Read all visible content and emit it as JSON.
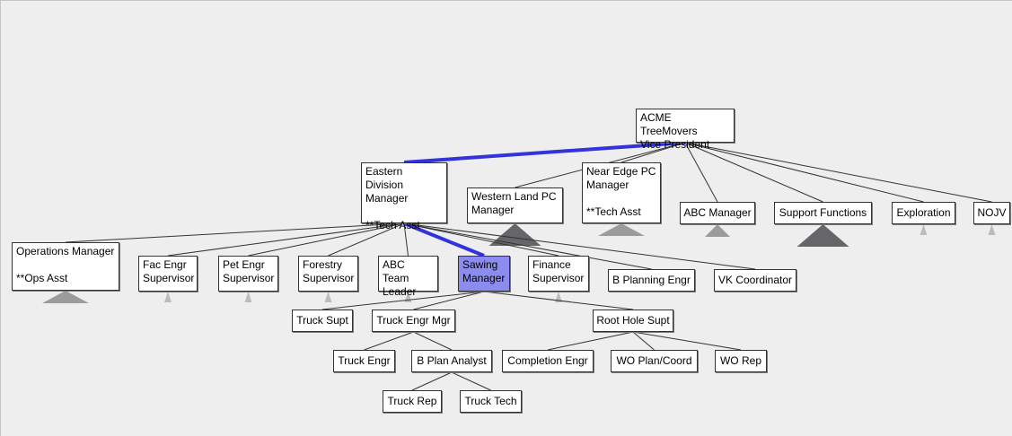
{
  "chart": {
    "colors": {
      "background": "#eeeeee",
      "node_fill": "#ffffff",
      "selected_fill": "#8b8bf0",
      "path_highlight": "#3333dd",
      "connector": "#333333",
      "collapsed_large": "#66656a",
      "collapsed_medium": "#9b9b9b",
      "collapsed_small": "#bcbcbc"
    },
    "nodes": [
      {
        "id": "vp",
        "lines": [
          "ACME TreeMovers",
          "Vice President"
        ]
      },
      {
        "id": "eastern",
        "lines": [
          "Eastern Division",
          "Manager",
          "",
          "**Tech Asst"
        ]
      },
      {
        "id": "western",
        "lines": [
          "Western Land PC",
          "Manager"
        ]
      },
      {
        "id": "nearedge",
        "lines": [
          "Near Edge PC",
          "Manager",
          "",
          "**Tech Asst"
        ]
      },
      {
        "id": "abcmgr",
        "lines": [
          "ABC Manager"
        ]
      },
      {
        "id": "support",
        "lines": [
          "Support Functions"
        ]
      },
      {
        "id": "exploration",
        "lines": [
          "Exploration"
        ]
      },
      {
        "id": "nojv",
        "lines": [
          "NOJV"
        ]
      },
      {
        "id": "ops",
        "lines": [
          "Operations Manager",
          "",
          "**Ops Asst"
        ]
      },
      {
        "id": "faceng",
        "lines": [
          "Fac Engr",
          "Supervisor"
        ]
      },
      {
        "id": "peteng",
        "lines": [
          "Pet Engr",
          "Supervisor"
        ]
      },
      {
        "id": "forestry",
        "lines": [
          "Forestry",
          "Supervisor"
        ]
      },
      {
        "id": "abcteam",
        "lines": [
          "ABC Team",
          "Leader"
        ]
      },
      {
        "id": "sawing",
        "lines": [
          "Sawing",
          "Manager"
        ]
      },
      {
        "id": "finance",
        "lines": [
          "Finance",
          "Supervisor"
        ]
      },
      {
        "id": "bplanning",
        "lines": [
          "B Planning Engr"
        ]
      },
      {
        "id": "vk",
        "lines": [
          "VK Coordinator"
        ]
      },
      {
        "id": "trucksupt",
        "lines": [
          "Truck Supt"
        ]
      },
      {
        "id": "truckengmgr",
        "lines": [
          "Truck Engr Mgr"
        ]
      },
      {
        "id": "roothole",
        "lines": [
          "Root Hole Supt"
        ]
      },
      {
        "id": "truckengr",
        "lines": [
          "Truck Engr"
        ]
      },
      {
        "id": "bplan",
        "lines": [
          "B Plan Analyst"
        ]
      },
      {
        "id": "completion",
        "lines": [
          "Completion Engr"
        ]
      },
      {
        "id": "woplan",
        "lines": [
          "WO Plan/Coord"
        ]
      },
      {
        "id": "worep",
        "lines": [
          "WO Rep"
        ]
      },
      {
        "id": "truckrep",
        "lines": [
          "Truck Rep"
        ]
      },
      {
        "id": "trucktech",
        "lines": [
          "Truck Tech"
        ]
      }
    ],
    "edges": [
      [
        "vp",
        "eastern"
      ],
      [
        "vp",
        "western"
      ],
      [
        "vp",
        "nearedge"
      ],
      [
        "vp",
        "abcmgr"
      ],
      [
        "vp",
        "support"
      ],
      [
        "vp",
        "exploration"
      ],
      [
        "vp",
        "nojv"
      ],
      [
        "eastern",
        "ops"
      ],
      [
        "eastern",
        "faceng"
      ],
      [
        "eastern",
        "peteng"
      ],
      [
        "eastern",
        "forestry"
      ],
      [
        "eastern",
        "abcteam"
      ],
      [
        "eastern",
        "sawing"
      ],
      [
        "eastern",
        "finance"
      ],
      [
        "eastern",
        "bplanning"
      ],
      [
        "eastern",
        "vk"
      ],
      [
        "sawing",
        "trucksupt"
      ],
      [
        "sawing",
        "truckengmgr"
      ],
      [
        "sawing",
        "roothole"
      ],
      [
        "truckengmgr",
        "truckengr"
      ],
      [
        "truckengmgr",
        "bplan"
      ],
      [
        "roothole",
        "completion"
      ],
      [
        "roothole",
        "woplan"
      ],
      [
        "roothole",
        "worep"
      ],
      [
        "bplan",
        "truckrep"
      ],
      [
        "bplan",
        "trucktech"
      ]
    ],
    "selected_path": [
      "vp",
      "eastern",
      "sawing"
    ],
    "collapsed_subtrees": [
      {
        "node": "western",
        "size": "large"
      },
      {
        "node": "nearedge",
        "size": "medium"
      },
      {
        "node": "abcmgr",
        "size": "small"
      },
      {
        "node": "support",
        "size": "large"
      },
      {
        "node": "exploration",
        "size": "tiny"
      },
      {
        "node": "nojv",
        "size": "tiny"
      },
      {
        "node": "ops",
        "size": "medium"
      },
      {
        "node": "faceng",
        "size": "tiny"
      },
      {
        "node": "peteng",
        "size": "tiny"
      },
      {
        "node": "forestry",
        "size": "tiny"
      },
      {
        "node": "abcteam",
        "size": "tiny"
      },
      {
        "node": "finance",
        "size": "tiny"
      }
    ]
  }
}
